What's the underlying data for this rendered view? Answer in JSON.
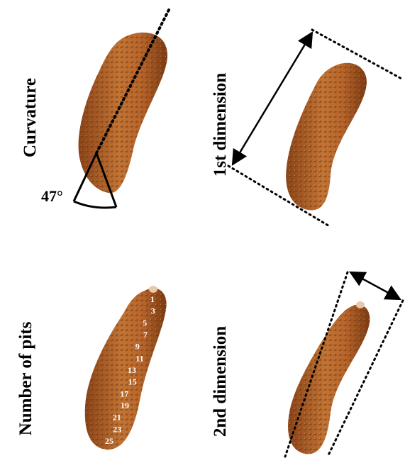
{
  "panels": {
    "curvature": {
      "label": "Curvature",
      "angle": "47°"
    },
    "first_dimension": {
      "label": "1st dimension"
    },
    "pits": {
      "label": "Number of pits",
      "numbers": [
        "1",
        "3",
        "5",
        "7",
        "9",
        "11",
        "13",
        "15",
        "17",
        "19",
        "21",
        "23",
        "25"
      ]
    },
    "second_dimension": {
      "label": "2nd dimension"
    }
  },
  "colors": {
    "seed_base": "#b8652a",
    "seed_dark": "#7a3a12",
    "seed_light": "#d99a5e",
    "ink": "#000000"
  }
}
